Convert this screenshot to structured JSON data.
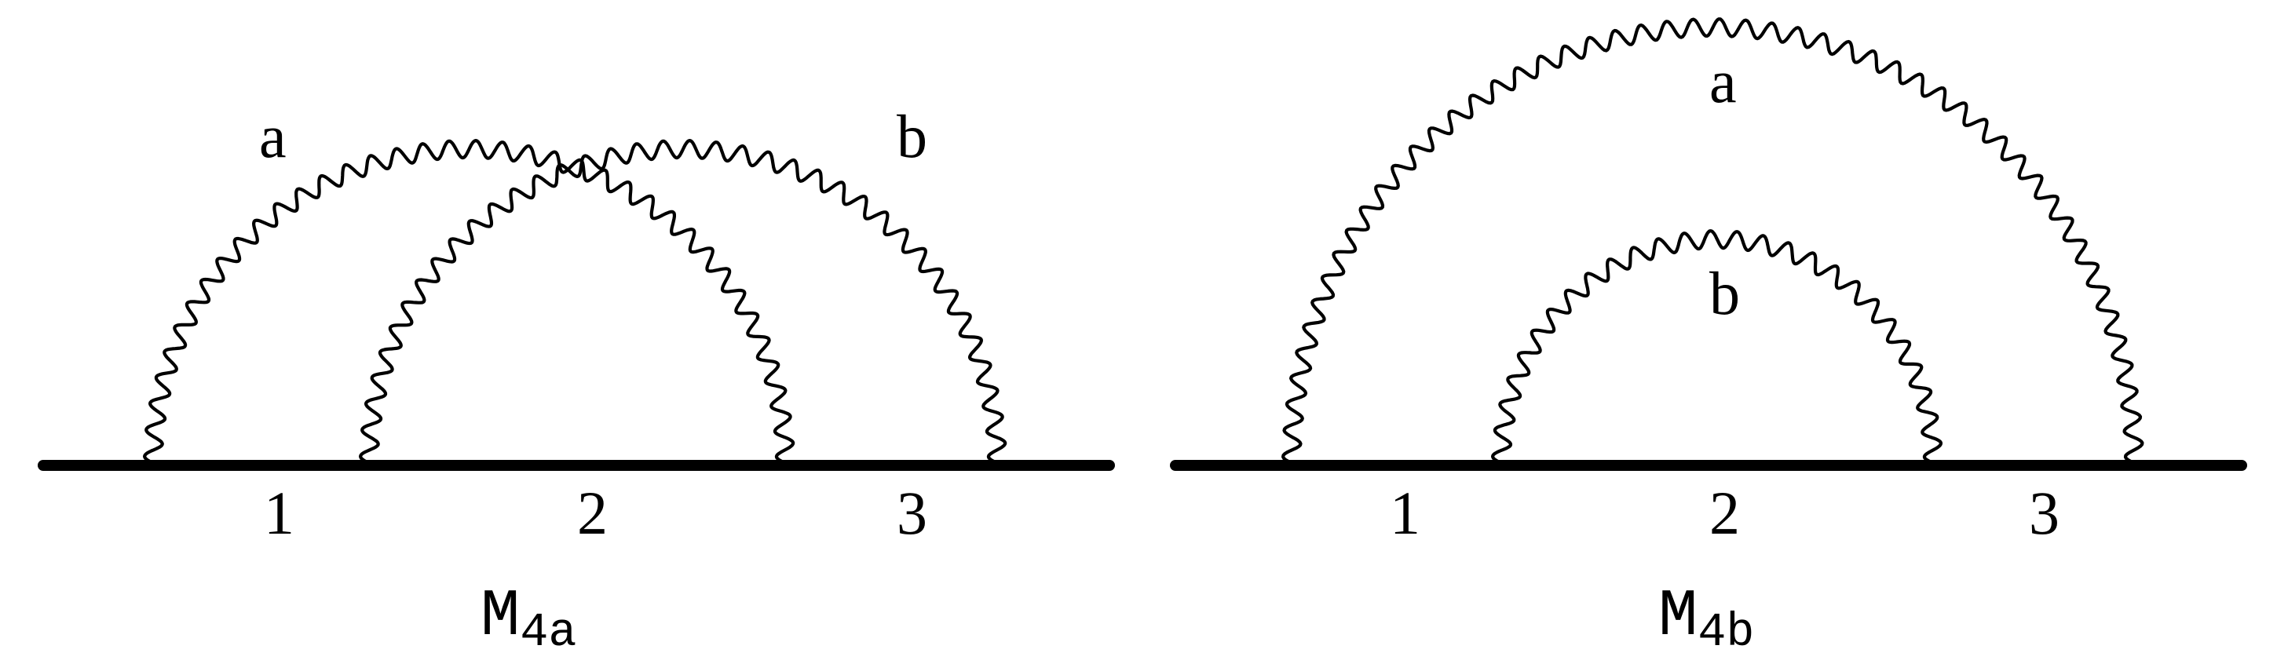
{
  "diagrams": [
    {
      "title_main": "M",
      "title_sub": "4a",
      "photon_labels": [
        "a",
        "b"
      ],
      "vertex_labels": [
        "1",
        "2",
        "3"
      ]
    },
    {
      "title_main": "M",
      "title_sub": "4b",
      "photon_labels": [
        "a",
        "b"
      ],
      "vertex_labels": [
        "1",
        "2",
        "3"
      ]
    }
  ]
}
